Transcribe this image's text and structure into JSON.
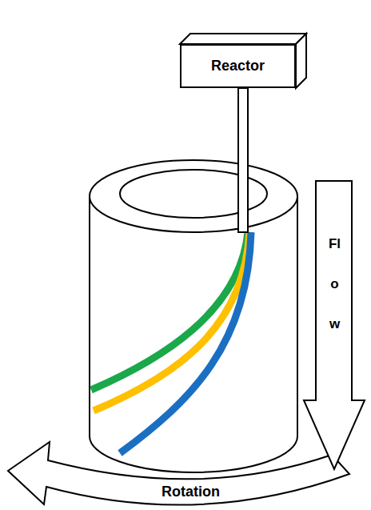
{
  "diagram": {
    "nodes": [
      {
        "text": [
          "Reactor"
        ]
      },
      {
        "text": [
          "Flow"
        ]
      }
    ],
    "labels": [
      "Rotation"
    ]
  }
}
